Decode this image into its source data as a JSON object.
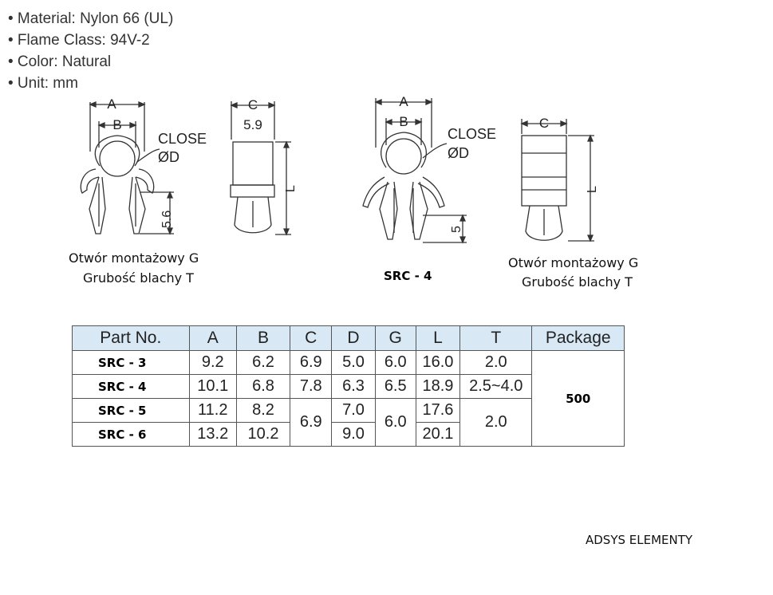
{
  "specs": [
    "• Material: Nylon 66 (UL)",
    "• Flame Class: 94V-2",
    "• Color: Natural",
    "• Unit: mm"
  ],
  "drawing_labels": {
    "a": "A",
    "b": "B",
    "c": "C",
    "l": "L",
    "close": "CLOSE",
    "od": "ØD",
    "c_value": "5.9",
    "h_left": "5.6",
    "h_right": "5"
  },
  "captions": {
    "left_line1": "Otwór montażowy G",
    "left_line2": "Grubość blachy T",
    "right_line1": "Otwór montażowy G",
    "right_line2": "Grubość blachy T",
    "model": "SRC - 4"
  },
  "table": {
    "headers": [
      "Part No.",
      "A",
      "B",
      "C",
      "D",
      "G",
      "L",
      "T",
      "Package"
    ],
    "rows": [
      {
        "part": "SRC - 3",
        "a": "9.2",
        "b": "6.2",
        "c": "6.9",
        "d": "5.0",
        "g": "6.0",
        "l": "16.0",
        "t": "2.0"
      },
      {
        "part": "SRC - 4",
        "a": "10.1",
        "b": "6.8",
        "c": "7.8",
        "d": "6.3",
        "g": "6.5",
        "l": "18.9",
        "t": "2.5~4.0"
      },
      {
        "part": "SRC - 5",
        "a": "11.2",
        "b": "8.2",
        "c": "6.9",
        "d": "7.0",
        "g": "6.0",
        "l": "17.6",
        "t": "2.0"
      },
      {
        "part": "SRC - 6",
        "a": "13.2",
        "b": "10.2",
        "d": "9.0",
        "l": "20.1"
      }
    ],
    "package": "500"
  },
  "footer": "ADSYS ELEMENTY"
}
